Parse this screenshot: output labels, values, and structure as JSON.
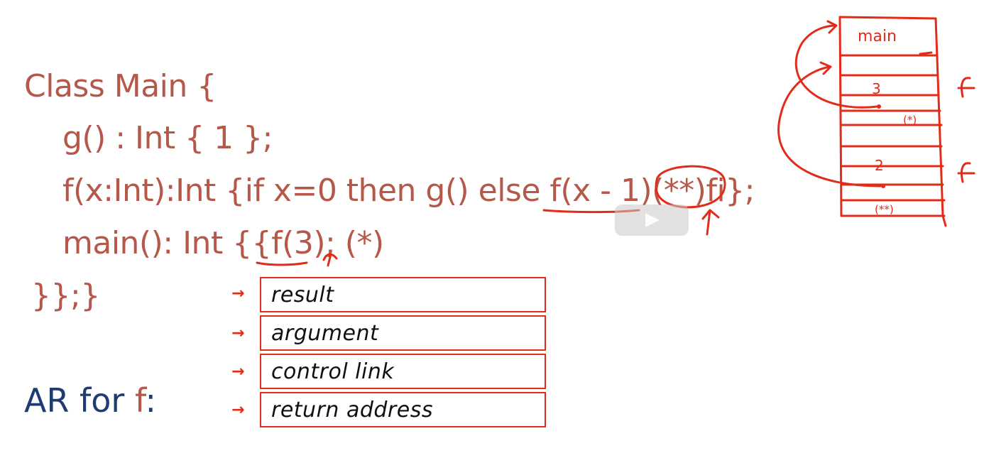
{
  "code": {
    "lines": [
      "Class Main {",
      "g() : Int { 1 };",
      "f(x:Int):Int {if x=0 then g() else f(x - 1)(**)fi};",
      "main(): Int {{f(3); (*)",
      "}};}"
    ]
  },
  "ar": {
    "label_prefix": "AR for ",
    "label_fn": "f",
    "label_suffix": ":",
    "fields": [
      "result",
      "argument",
      "control link",
      "return address"
    ]
  },
  "stack_sketch": {
    "frame_main": "main",
    "frame1_arg": "3",
    "frame1_return": "(*)",
    "frame1_label": "f",
    "frame2_arg": "2",
    "frame2_return": "(**)",
    "frame2_label": "f"
  },
  "colors": {
    "code_text": "#b5584a",
    "heading_blue": "#1f3b73",
    "ink_red": "#e32b19"
  },
  "icons": {
    "video_overlay": "play-icon"
  }
}
